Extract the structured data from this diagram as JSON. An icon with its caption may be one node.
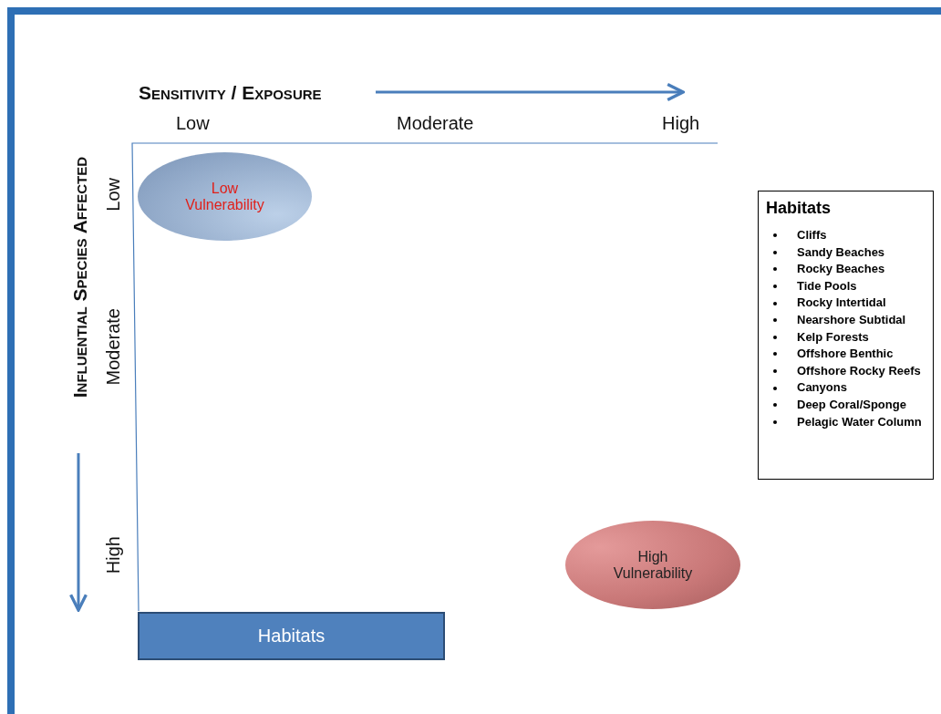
{
  "diagram": {
    "nodes": [
      {
        "text": [
          "Low Vulnerability"
        ]
      },
      {
        "text": [
          "High Vulnerability"
        ]
      },
      {
        "text": [
          "Habitats"
        ]
      },
      {
        "text": [
          "Habitats",
          "Cliffs",
          "Sandy Beaches",
          "Rocky Beaches",
          "Tide Pools",
          "Rocky Intertidal",
          "Nearshore Subtidal",
          "Kelp Forests",
          "Offshore Benthic",
          "Offshore Rocky Reefs",
          "Canyons",
          "Deep Coral/Sponge",
          "Pelagic Water Column"
        ]
      }
    ],
    "edges": [],
    "labels": [
      "Sensitivity / Exposure",
      "Low",
      "Moderate",
      "High",
      "Influential Species Affected",
      "Low",
      "Moderate",
      "High"
    ]
  }
}
